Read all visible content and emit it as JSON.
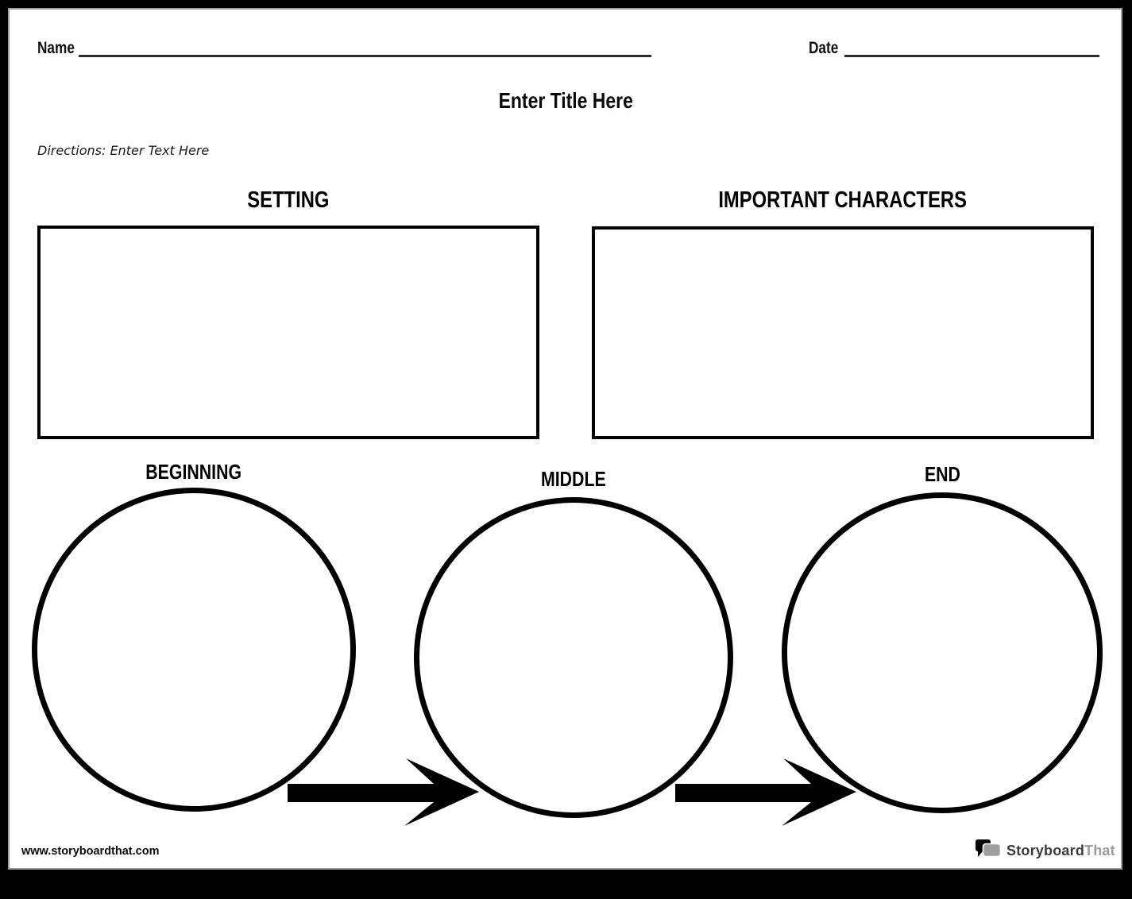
{
  "page": {
    "background_color": "#000000",
    "paper_color": "#ffffff",
    "ink_color": "#000000",
    "line_color": "#2e2e2e"
  },
  "header": {
    "name_label": "Name",
    "date_label": "Date",
    "title_placeholder": "Enter Title Here",
    "directions_placeholder": "Directions: Enter Text Here"
  },
  "sections": {
    "setting": {
      "label": "SETTING"
    },
    "characters": {
      "label": "IMPORTANT CHARACTERS"
    }
  },
  "story_flow": {
    "steps": [
      {
        "label": "BEGINNING"
      },
      {
        "label": "MIDDLE"
      },
      {
        "label": "END"
      }
    ],
    "arrow_icon": "arrow-right-icon",
    "arrow_color": "#000000"
  },
  "footer": {
    "website": "www.storyboardthat.com",
    "logo_icon": "speech-bubbles-icon",
    "logo_primary": "Storyboard",
    "logo_secondary": "That",
    "logo_primary_color": "#3b3b3b",
    "logo_secondary_color": "#9b9b9b",
    "logo_bubble_front_color": "#000000",
    "logo_bubble_back_color": "#9e9e9e"
  }
}
